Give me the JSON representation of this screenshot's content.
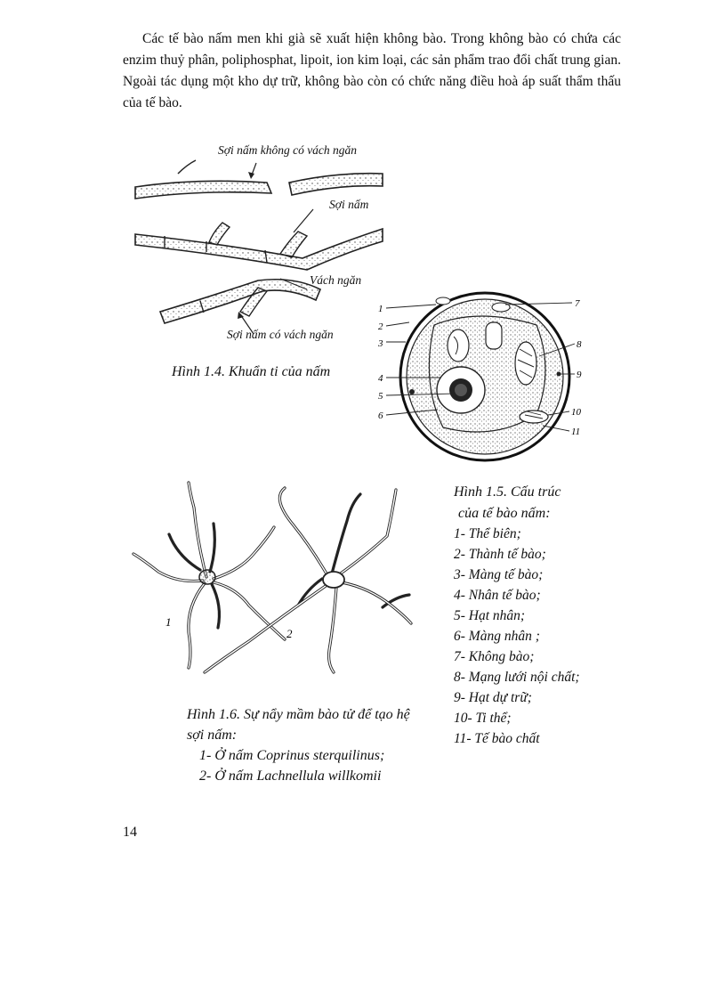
{
  "paragraph": "Các tế bào nấm men khi già sẽ xuất hiện không bào. Trong không bào có chứa các enzim thuỷ phân, poliphosphat, lipoit, ion kim loại, các sản phẩm trao đổi chất trung gian. Ngoài tác dụng một kho dự trữ, không bào còn có chức năng điều hoà áp suất thẩm thấu của tế bào.",
  "fig14": {
    "label_aseptate": "Sợi nấm không có vách ngăn",
    "label_hypha": "Sợi nấm",
    "label_septum": "Vách ngăn",
    "label_septate": "Sợi nấm có vách ngăn",
    "caption": "Hình 1.4. Khuẩn ti của nấm"
  },
  "fig15": {
    "numbers": [
      "1",
      "2",
      "3",
      "4",
      "5",
      "6",
      "7",
      "8",
      "9",
      "10",
      "11"
    ],
    "caption_line1": "Hình 1.5. Cấu trúc",
    "caption_line2": "của tế bào nấm:",
    "items": [
      "1- Thể biên;",
      "2- Thành tế bào;",
      "3- Màng tế bào;",
      "4- Nhân tế bào;",
      "5- Hạt nhân;",
      "6- Màng nhân ;",
      "7- Không bào;",
      "8- Mạng lưới nội chất;",
      "9- Hạt dự trữ;",
      "10- Ti thể;",
      "11- Tế bào chất"
    ]
  },
  "fig16": {
    "num1": "1",
    "num2": "2",
    "caption_line1": "Hình 1.6. Sự nẩy mầm bào tử để tạo hệ",
    "caption_line2": "sợi nấm:",
    "caption_line3": "1- Ở nấm Coprinus sterquilinus;",
    "caption_line4": "2- Ở nấm Lachnellula willkomii"
  },
  "page_number": "14"
}
